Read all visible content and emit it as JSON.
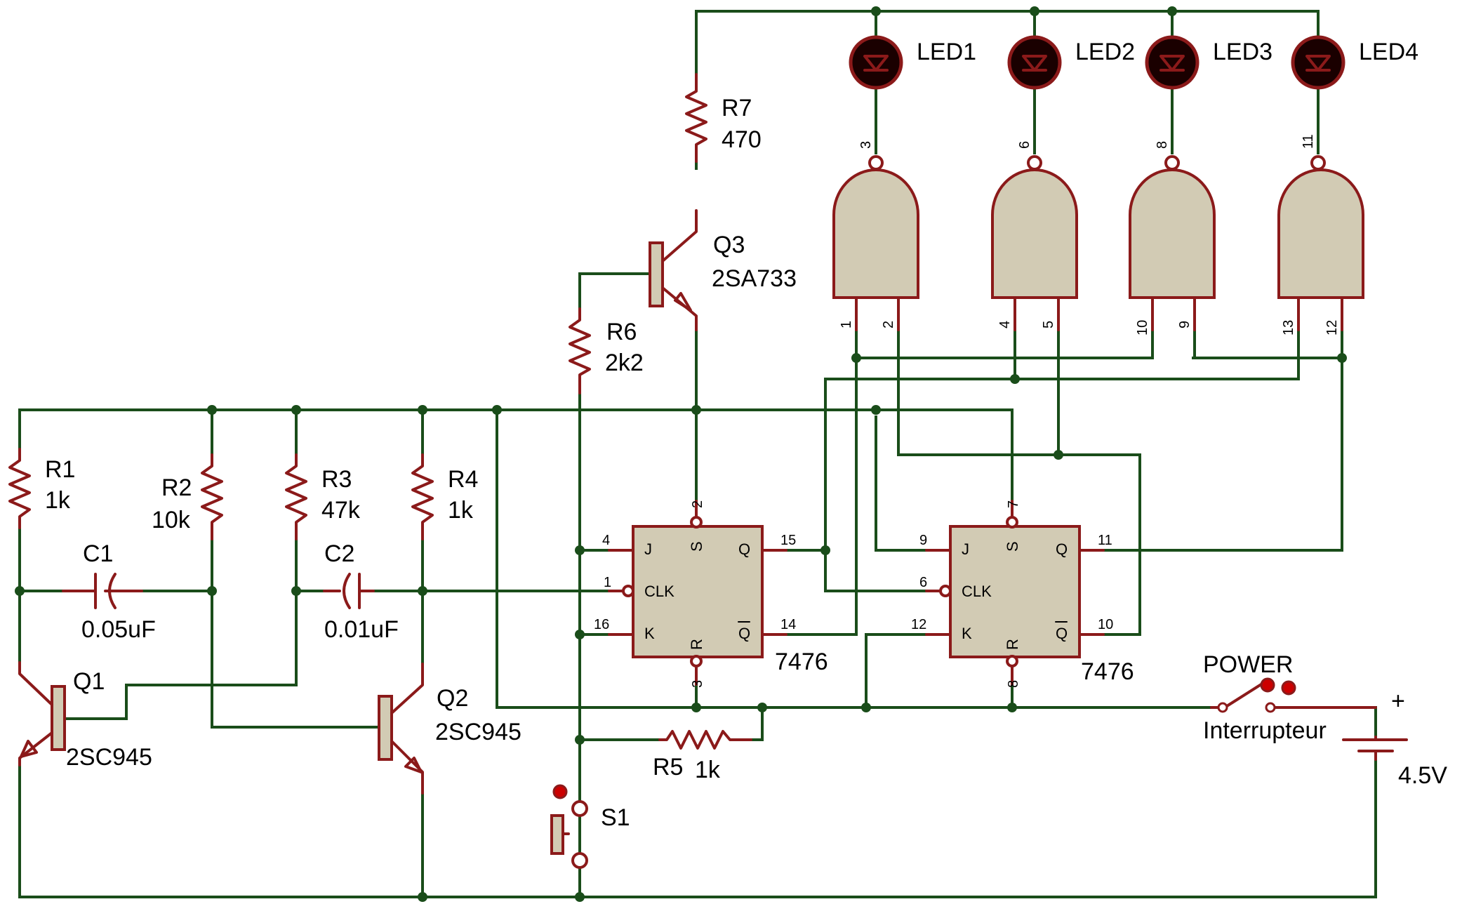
{
  "diagram": {
    "leds": [
      {
        "name": "LED1"
      },
      {
        "name": "LED2"
      },
      {
        "name": "LED3"
      },
      {
        "name": "LED4"
      }
    ],
    "resistors": {
      "r1": {
        "name": "R1",
        "value": "1k"
      },
      "r2": {
        "name": "R2",
        "value": "10k"
      },
      "r3": {
        "name": "R3",
        "value": "47k"
      },
      "r4": {
        "name": "R4",
        "value": "1k"
      },
      "r5": {
        "name": "R5",
        "value": "1k"
      },
      "r6": {
        "name": "R6",
        "value": "2k2"
      },
      "r7": {
        "name": "R7",
        "value": "470"
      }
    },
    "capacitors": {
      "c1": {
        "name": "C1",
        "value": "0.05uF"
      },
      "c2": {
        "name": "C2",
        "value": "0.01uF"
      }
    },
    "transistors": {
      "q1": {
        "name": "Q1",
        "part": "2SC945"
      },
      "q2": {
        "name": "Q2",
        "part": "2SC945"
      },
      "q3": {
        "name": "Q3",
        "part": "2SA733"
      }
    },
    "flipflops": [
      {
        "part": "7476",
        "pins": {
          "j": "4",
          "clk": "1",
          "k": "16",
          "s": "2",
          "r": "3",
          "q": "15",
          "qbar": "14"
        }
      },
      {
        "part": "7476",
        "pins": {
          "j": "9",
          "clk": "6",
          "k": "12",
          "s": "7",
          "r": "8",
          "q": "11",
          "qbar": "10"
        }
      }
    ],
    "ff_labels": {
      "j": "J",
      "clk": "CLK",
      "k": "K",
      "s": "S",
      "r": "R",
      "q": "Q",
      "qbar": "Q"
    },
    "gates": [
      {
        "out": "3",
        "in1": "1",
        "in2": "2"
      },
      {
        "out": "6",
        "in1": "4",
        "in2": "5"
      },
      {
        "out": "8",
        "in1": "10",
        "in2": "9"
      },
      {
        "out": "11",
        "in1": "13",
        "in2": "12"
      }
    ],
    "switch_s1": {
      "name": "S1"
    },
    "power_switch": {
      "name": "POWER",
      "type": "Interrupteur"
    },
    "battery": {
      "value": "4.5V",
      "plus": "+"
    }
  }
}
